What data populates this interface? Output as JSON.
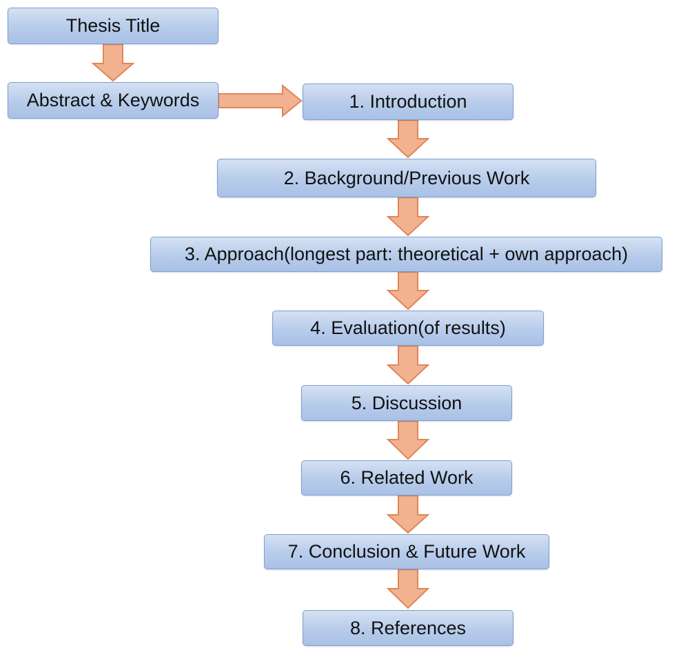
{
  "diagram": {
    "nodes": [
      {
        "id": "title",
        "label": "Thesis Title"
      },
      {
        "id": "abstract",
        "label": "Abstract & Keywords"
      },
      {
        "id": "intro",
        "label": "1. Introduction"
      },
      {
        "id": "background",
        "label": "2. Background/Previous Work"
      },
      {
        "id": "approach",
        "label": "3. Approach(longest part: theoretical + own approach)"
      },
      {
        "id": "evaluation",
        "label": "4. Evaluation(of  results)"
      },
      {
        "id": "discussion",
        "label": "5. Discussion"
      },
      {
        "id": "related",
        "label": "6. Related Work"
      },
      {
        "id": "conclusion",
        "label": "7. Conclusion & Future Work"
      },
      {
        "id": "references",
        "label": "8. References"
      }
    ],
    "edges": [
      {
        "from": "title",
        "to": "abstract"
      },
      {
        "from": "abstract",
        "to": "intro"
      },
      {
        "from": "intro",
        "to": "background"
      },
      {
        "from": "background",
        "to": "approach"
      },
      {
        "from": "approach",
        "to": "evaluation"
      },
      {
        "from": "evaluation",
        "to": "discussion"
      },
      {
        "from": "discussion",
        "to": "related"
      },
      {
        "from": "related",
        "to": "conclusion"
      },
      {
        "from": "conclusion",
        "to": "references"
      }
    ],
    "colors": {
      "box_fill": "#b9cdeb",
      "box_border": "#7a9fd4",
      "arrow_fill": "#f2b28f",
      "arrow_border": "#e0855a"
    }
  }
}
